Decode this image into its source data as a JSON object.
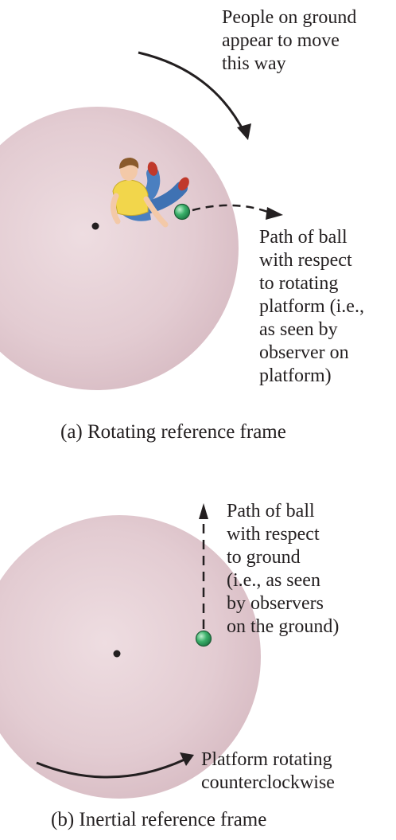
{
  "panel_a": {
    "ground_label": [
      "People on ground",
      "appear to move",
      "this way"
    ],
    "ball_path_label": [
      "Path of ball",
      "with respect",
      "to rotating",
      "platform (i.e.,",
      "as seen by",
      "observer on",
      "platform)"
    ],
    "caption": "(a) Rotating reference frame"
  },
  "panel_b": {
    "ball_path_label": [
      "Path of ball",
      "with respect",
      "to ground",
      "(i.e., as seen",
      "by observers",
      "on the ground)"
    ],
    "rotation_label": [
      "Platform rotating",
      "counterclockwise"
    ],
    "caption": "(b) Inertial reference frame"
  },
  "colors": {
    "platform": "#e3ccd2",
    "ball": "#3bb06a",
    "text": "#231f20",
    "shirt": "#f2d64b",
    "jeans": "#4a7fc0",
    "shoes": "#c0392b",
    "hair": "#8a5a2b",
    "skin": "#f3c9a8"
  }
}
